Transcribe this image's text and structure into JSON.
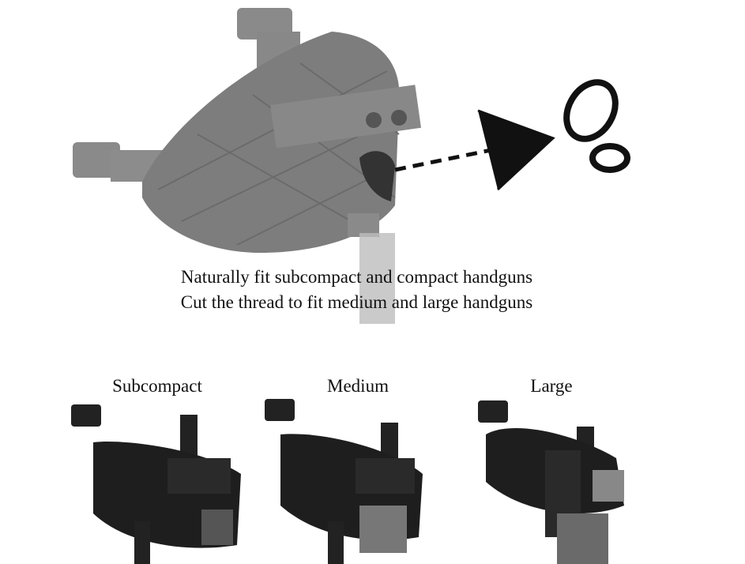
{
  "captions": {
    "line1": "Naturally fit subcompact and compact handguns",
    "line2": "Cut the thread to fit medium and large handguns"
  },
  "sizes": [
    {
      "label": "Subcompact"
    },
    {
      "label": "Medium"
    },
    {
      "label": "Large"
    }
  ],
  "icons": {
    "cut": "scissors-icon"
  },
  "colors": {
    "holster_gray": "#7d7d7d",
    "holster_black": "#1e1e1e",
    "background": "#ffffff"
  }
}
